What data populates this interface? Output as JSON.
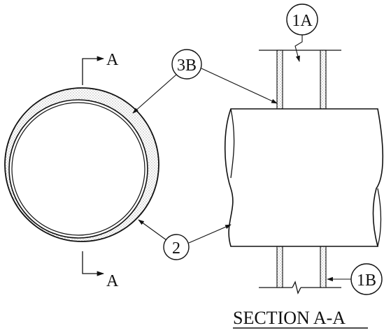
{
  "section_marks": {
    "top": "A",
    "bottom": "A"
  },
  "callouts": {
    "c3b": "3B",
    "c2": "2",
    "c1a": "1A",
    "c1b": "1B"
  },
  "section_title": "SECTION A-A"
}
